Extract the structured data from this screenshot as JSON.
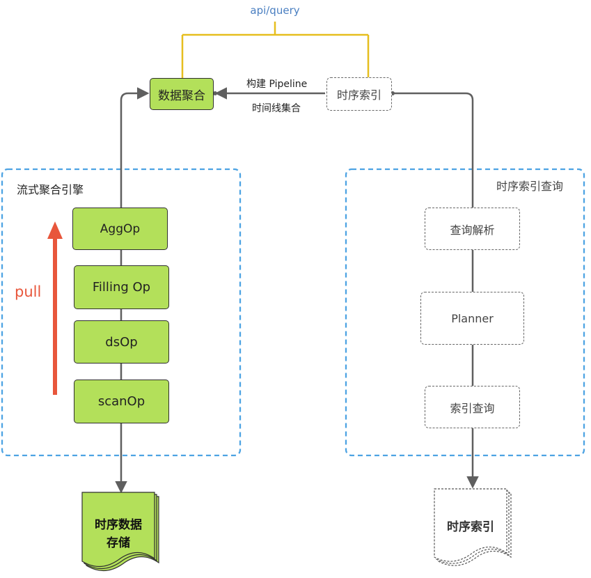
{
  "top": {
    "api": "api/query",
    "agg": "数据聚合",
    "index": "时序索引"
  },
  "edge_labels": {
    "build": "构建 Pipeline",
    "series": "时间线集合"
  },
  "left_group": {
    "title": "流式聚合引擎",
    "ops": [
      "AggOp",
      "Filling Op",
      "dsOp",
      "scanOp"
    ],
    "pull": "pull",
    "storage": [
      "时序数据",
      "存储"
    ]
  },
  "right_group": {
    "title": "时序索引查询",
    "steps": [
      "查询解析",
      "Planner",
      "索引查询"
    ],
    "doc": "时序索引"
  },
  "colors": {
    "op_fill": "#b3e05a",
    "group_border": "#4da3e3",
    "pull": "#e8563b",
    "api_line": "#e6be1e",
    "api_text": "#4a7fc1",
    "connector": "#5f5f5f"
  }
}
